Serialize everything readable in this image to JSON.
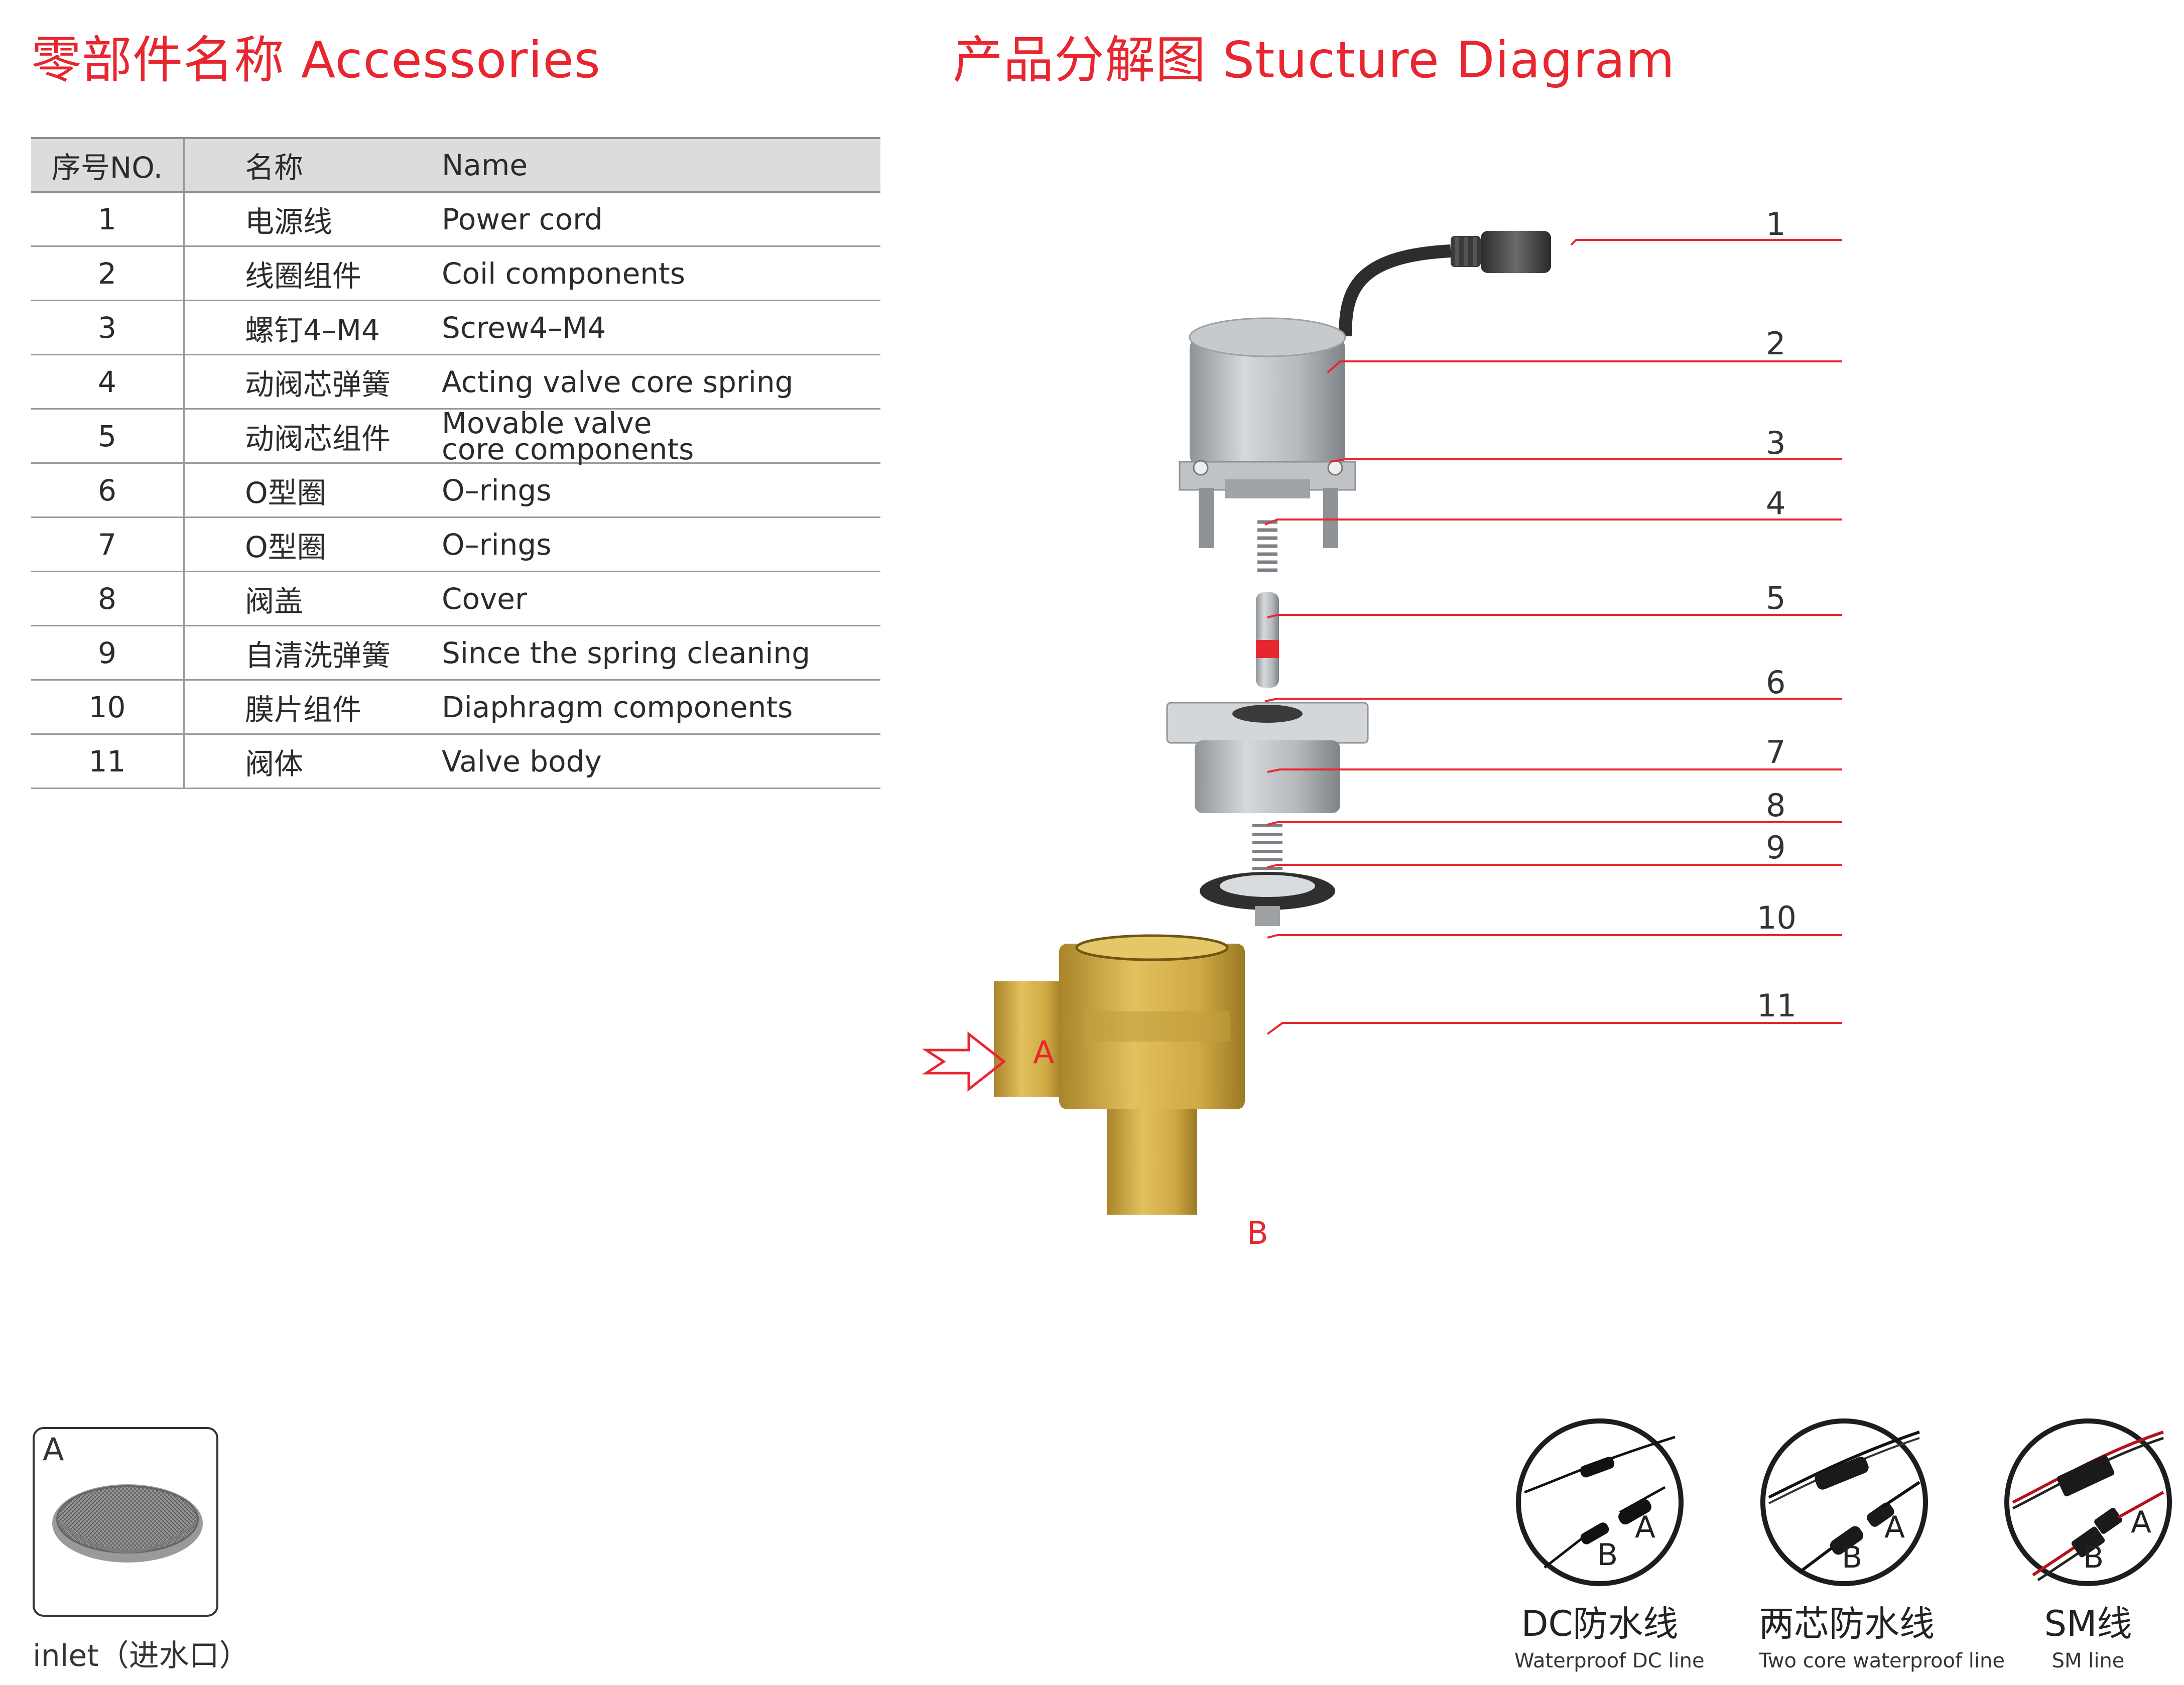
{
  "accessories": {
    "title": "零部件名称 Accessories",
    "headers": {
      "no": "序号NO.",
      "cn": "名称",
      "en": "Name"
    },
    "rows": [
      {
        "no": "1",
        "cn": "电源线",
        "en": "Power cord"
      },
      {
        "no": "2",
        "cn": "线圈组件",
        "en": "Coil components"
      },
      {
        "no": "3",
        "cn": "螺钉4–M4",
        "en": "Screw4–M4"
      },
      {
        "no": "4",
        "cn": "动阀芯弹簧",
        "en": "Acting valve core spring"
      },
      {
        "no": "5",
        "cn": "动阀芯组件",
        "en": "Movable valve core components"
      },
      {
        "no": "6",
        "cn": "O型圈",
        "en": "O–rings"
      },
      {
        "no": "7",
        "cn": "O型圈",
        "en": "O–rings"
      },
      {
        "no": "8",
        "cn": "阀盖",
        "en": "Cover"
      },
      {
        "no": "9",
        "cn": "自清洗弹簧",
        "en": "Since the spring cleaning"
      },
      {
        "no": "10",
        "cn": "膜片组件",
        "en": "Diaphragm components"
      },
      {
        "no": "11",
        "cn": "阀体",
        "en": "Valve body"
      }
    ]
  },
  "diagram": {
    "title": "产品分解图 Stucture Diagram",
    "callouts": [
      "1",
      "2",
      "3",
      "4",
      "5",
      "6",
      "7",
      "8",
      "9",
      "10",
      "11"
    ],
    "inlet_label": "A",
    "outlet_label": "B"
  },
  "inlet": {
    "letter": "A",
    "caption": "inlet（进水口）"
  },
  "connectors": [
    {
      "cn": "DC防水线",
      "en": "Waterproof DC line",
      "a": "A",
      "b": "B"
    },
    {
      "cn": "两芯防水线",
      "en": "Two core waterproof line",
      "a": "A",
      "b": "B"
    },
    {
      "cn": "SM线",
      "en": "SM line",
      "a": "A",
      "b": "B"
    }
  ],
  "colors": {
    "accent": "#e8262f",
    "brass": "#c9a544",
    "grey_part": "#b9bdc0"
  }
}
